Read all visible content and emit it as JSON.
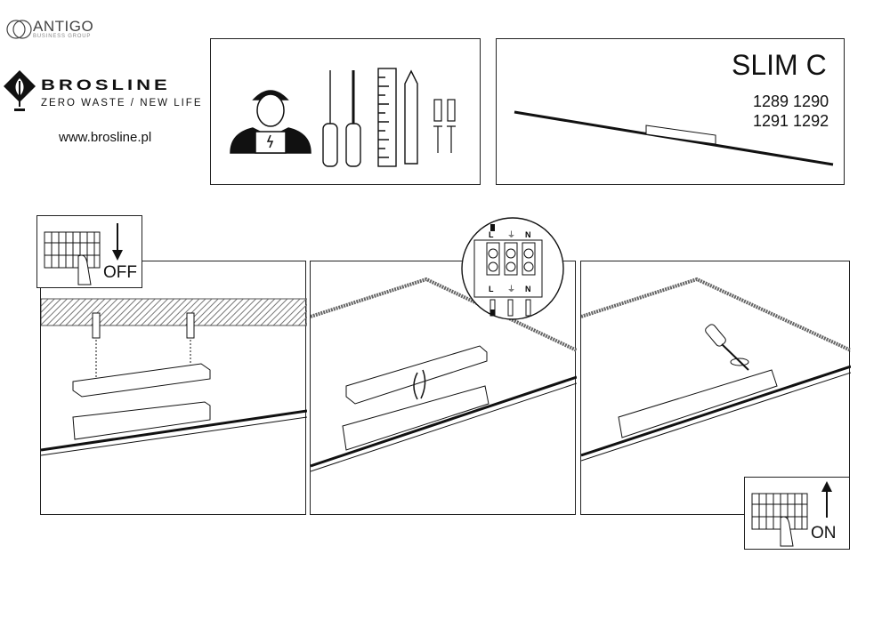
{
  "header": {
    "group_logo": "ANTIGO",
    "group_sub": "BUSINESS GROUP",
    "brand": "BROSLINE",
    "slogan": "ZERO WASTE / NEW LIFE",
    "website": "www.brosline.pl"
  },
  "product": {
    "name": "SLIM C",
    "codes_line1": "1289 1290",
    "codes_line2": "1291 1292"
  },
  "steps": {
    "power_off_label": "OFF",
    "power_on_label": "ON",
    "terminal_labels": [
      "L",
      "⏚",
      "N"
    ]
  },
  "colors": {
    "line": "#222222",
    "ceiling_hatch": "#9a9a9a"
  }
}
